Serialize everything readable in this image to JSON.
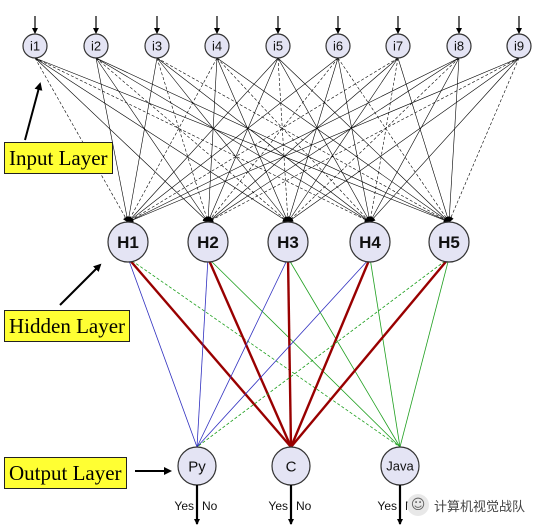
{
  "diagram": {
    "input_nodes": [
      "i1",
      "i2",
      "i3",
      "i4",
      "i5",
      "i6",
      "i7",
      "i8",
      "i9"
    ],
    "hidden_nodes": [
      "H1",
      "H2",
      "H3",
      "H4",
      "H5"
    ],
    "output_nodes": [
      "Py",
      "C",
      "Java"
    ],
    "layer_labels": {
      "input": "Input Layer",
      "hidden": "Hidden Layer",
      "output": "Output Layer"
    },
    "output_choices": [
      "Yes",
      "No"
    ],
    "edges_hidden_output": [
      {
        "from": "H1",
        "to": "Py",
        "color": "#3030c0",
        "weight": "thin"
      },
      {
        "from": "H1",
        "to": "C",
        "color": "#990000",
        "weight": "thick"
      },
      {
        "from": "H1",
        "to": "Java",
        "color": "#20a020",
        "weight": "thin-dashed"
      },
      {
        "from": "H2",
        "to": "Py",
        "color": "#3030c0",
        "weight": "thin"
      },
      {
        "from": "H2",
        "to": "C",
        "color": "#990000",
        "weight": "thick"
      },
      {
        "from": "H2",
        "to": "Java",
        "color": "#20a020",
        "weight": "thin"
      },
      {
        "from": "H3",
        "to": "Py",
        "color": "#3030c0",
        "weight": "thin"
      },
      {
        "from": "H3",
        "to": "C",
        "color": "#990000",
        "weight": "thick"
      },
      {
        "from": "H3",
        "to": "Java",
        "color": "#20a020",
        "weight": "thin"
      },
      {
        "from": "H4",
        "to": "Py",
        "color": "#3030c0",
        "weight": "thin"
      },
      {
        "from": "H4",
        "to": "C",
        "color": "#990000",
        "weight": "thick"
      },
      {
        "from": "H4",
        "to": "Java",
        "color": "#20a020",
        "weight": "thin"
      },
      {
        "from": "H5",
        "to": "Py",
        "color": "#20a020",
        "weight": "thin-dashed"
      },
      {
        "from": "H5",
        "to": "C",
        "color": "#990000",
        "weight": "thick"
      },
      {
        "from": "H5",
        "to": "Java",
        "color": "#20a020",
        "weight": "thin"
      }
    ],
    "colors": {
      "node_fill": "#e4e4f4",
      "node_stroke": "#333333",
      "label_bg": "#ffff33",
      "input_hidden_edge": "#000000"
    },
    "watermark": "计算机视觉战队"
  }
}
